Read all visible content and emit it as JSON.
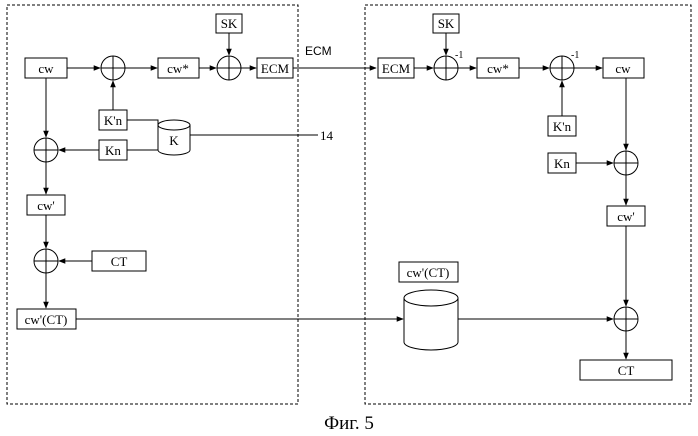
{
  "caption": "Фиг. 5",
  "reference_numeral": "14",
  "edge_label_ecm": "ECM",
  "xor_inverse_superscript": "-1",
  "left": {
    "cw": "cw",
    "cw_star": "cw*",
    "sk": "SK",
    "ecm": "ECM",
    "k_prime_n": "K'n",
    "k_n": "Kn",
    "k_store": "K",
    "cw_prime": "cw'",
    "ct": "CT",
    "cw_prime_ct": "cw'(CT)"
  },
  "right": {
    "sk": "SK",
    "ecm": "ECM",
    "cw_star": "cw*",
    "cw": "cw",
    "k_prime_n": "K'n",
    "k_n": "Kn",
    "cw_prime": "cw'",
    "cw_prime_ct_label": "cw'(CT)",
    "ct": "CT"
  }
}
